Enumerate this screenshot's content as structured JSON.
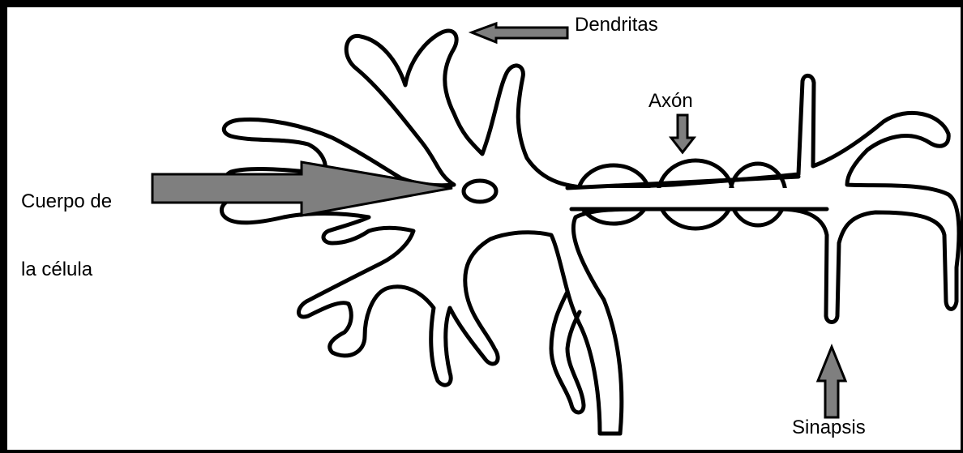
{
  "labels": {
    "dendritas": "Dendritas",
    "axon": "Axón",
    "cuerpo_line1": "Cuerpo de",
    "cuerpo_line2": "la célula",
    "sinapsis": "Sinapsis"
  },
  "colors": {
    "arrow_fill": "#7f7f7f",
    "outline": "#000000",
    "background": "#ffffff"
  }
}
